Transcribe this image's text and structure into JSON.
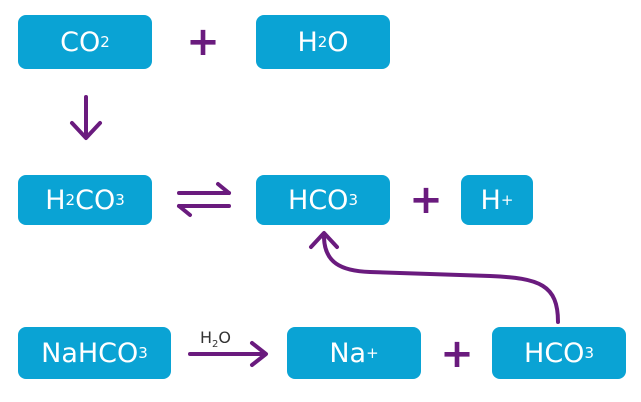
{
  "colors": {
    "box": "#0aa3d4",
    "text": "#ffffff",
    "arrow": "#6a1b7e"
  },
  "row1": {
    "co2": {
      "base": "CO",
      "sub": "2"
    },
    "plus": "+",
    "h2o": {
      "base1": "H",
      "sub": "2",
      "base2": "O"
    }
  },
  "row2": {
    "h2co3": {
      "b1": "H",
      "s1": "2",
      "b2": "CO",
      "s2": "3"
    },
    "hco3": {
      "base": "HCO",
      "sub": "3"
    },
    "plus": "+",
    "hplus": {
      "base": "H",
      "sup": "+"
    }
  },
  "row3": {
    "nahco3": {
      "base": "NaHCO",
      "sub": "3"
    },
    "arrow_label": {
      "base1": "H",
      "sub": "2",
      "base2": "O"
    },
    "naplus": {
      "base": "Na",
      "sup": "+"
    },
    "plus": "+",
    "hco3": {
      "base": "HCO",
      "sub": "3"
    }
  },
  "icons": [
    "down-arrow-icon",
    "equilibrium-arrows-icon",
    "reaction-arrow-icon",
    "curved-arrow-icon"
  ]
}
